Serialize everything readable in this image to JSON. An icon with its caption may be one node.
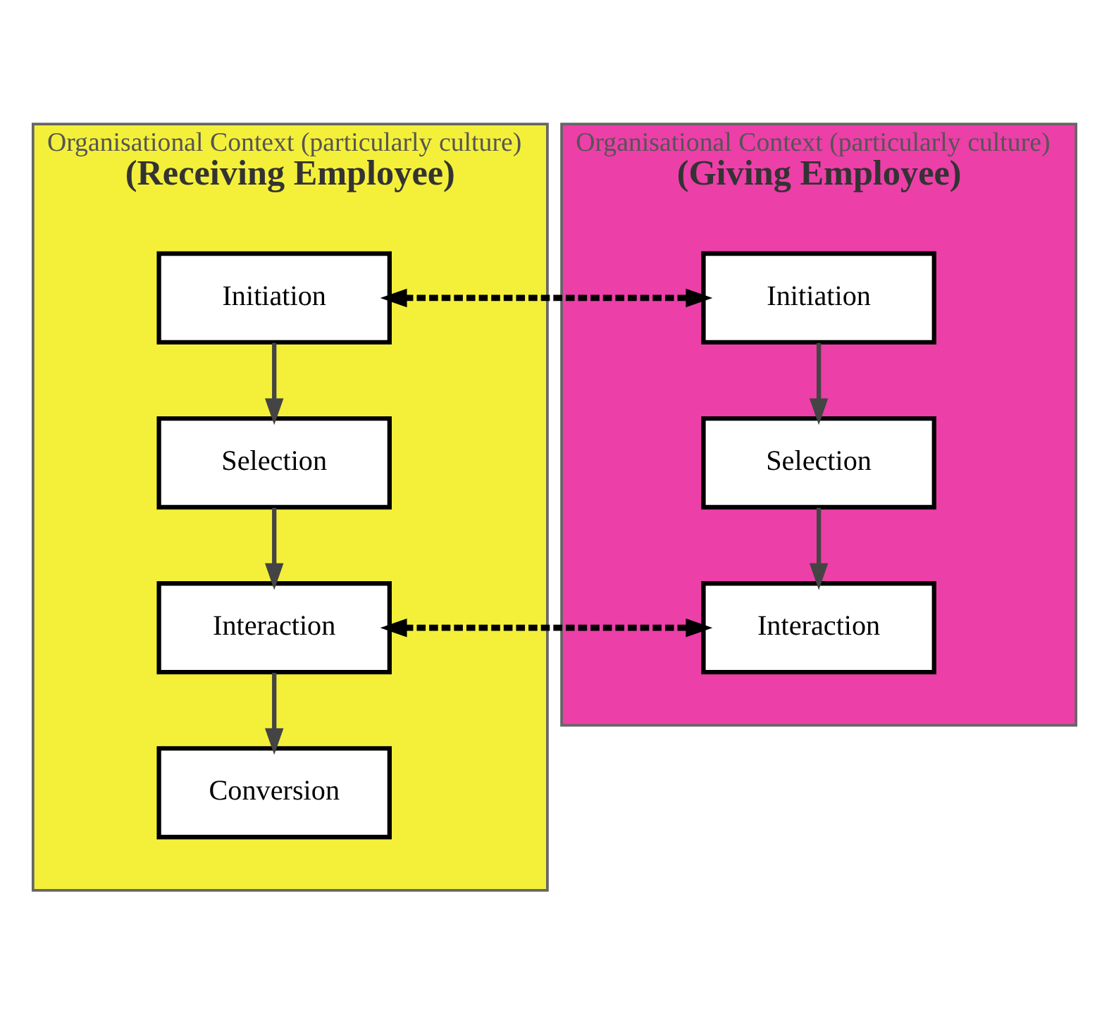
{
  "diagram": {
    "nodes": [
      {
        "text": [
          "Organisational Context (particularly culture)",
          "(Receiving Employee)"
        ]
      },
      {
        "text": [
          "Initiation"
        ],
        "in": 0
      },
      {
        "text": [
          "Selection"
        ],
        "in": 0
      },
      {
        "text": [
          "Interaction"
        ],
        "in": 0
      },
      {
        "text": [
          "Conversion"
        ],
        "in": 0
      },
      {
        "text": [
          "Organisational Context (particularly culture)",
          "(Giving Employee)"
        ]
      },
      {
        "text": [
          "Initiation"
        ],
        "in": 5
      },
      {
        "text": [
          "Selection"
        ],
        "in": 5
      },
      {
        "text": [
          "Interaction"
        ],
        "in": 5
      }
    ],
    "edges": [
      {
        "from": 1,
        "to": 2,
        "arrow": "to"
      },
      {
        "from": 2,
        "to": 3,
        "arrow": "to"
      },
      {
        "from": 3,
        "to": 4,
        "arrow": "to"
      },
      {
        "from": 6,
        "to": 7,
        "arrow": "to"
      },
      {
        "from": 7,
        "to": 8,
        "arrow": "to"
      },
      {
        "from": 1,
        "to": 6,
        "arrow": "both",
        "style": "dashed"
      },
      {
        "from": 3,
        "to": 8,
        "arrow": "both",
        "style": "dashed"
      }
    ]
  }
}
